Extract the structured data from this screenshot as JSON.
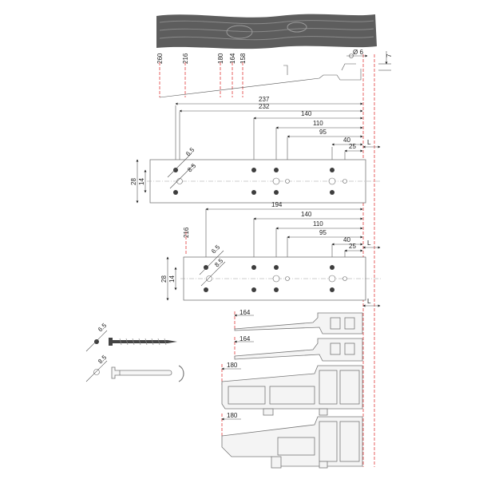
{
  "top": {
    "vertical_dims": [
      "260",
      "216",
      "180",
      "164",
      "158"
    ],
    "diameter_label": "Ø 6",
    "depth_label": "7"
  },
  "plate_a": {
    "dims": [
      "237",
      "232",
      "140",
      "110",
      "95",
      "40",
      "25"
    ],
    "L_label": "L",
    "height_labels": [
      "28",
      "14"
    ],
    "hole_labels": [
      "6.5",
      "8.5"
    ]
  },
  "plate_b": {
    "dims": [
      "194",
      "140",
      "110",
      "95",
      "40",
      "25"
    ],
    "L_label": "L",
    "height_labels": [
      "28",
      "14"
    ],
    "vertical_dim": "216",
    "hole_labels": [
      "6.5",
      "8.5"
    ]
  },
  "fasteners": {
    "screw_label": "6.5",
    "bolt_label": "8.5"
  },
  "profiles": {
    "labels": [
      "164",
      "164",
      "180",
      "180"
    ],
    "L_label": "L"
  },
  "colors": {
    "red_line": "#e23b3b",
    "wood": "#5d5d5d"
  }
}
